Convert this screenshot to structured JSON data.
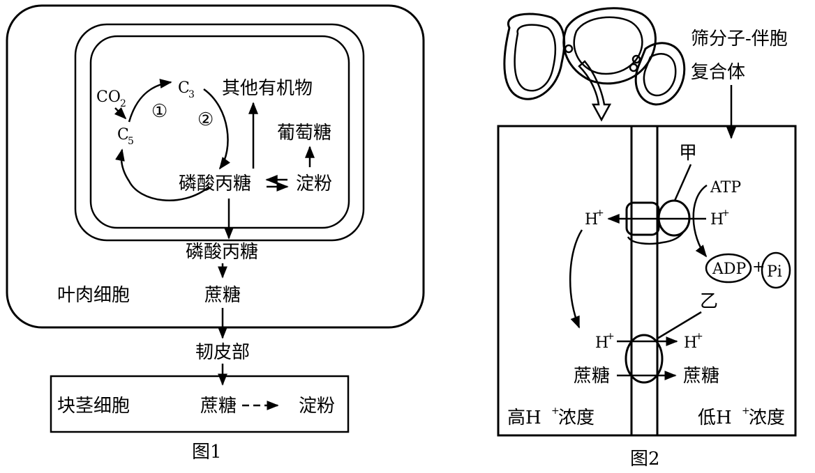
{
  "figure1": {
    "co2_main": "CO",
    "co2_sub": "2",
    "c3_main": "C",
    "c3_sub": "3",
    "c5_main": "C",
    "c5_sub": "5",
    "step1": "①",
    "step2": "②",
    "other_organics": "其他有机物",
    "glucose": "葡萄糖",
    "triose_phosphate_chloroplast": "磷酸丙糖",
    "starch_chloroplast": "淀粉",
    "triose_phosphate_cytoplasm": "磷酸丙糖",
    "sucrose_mesophyll": "蔗糖",
    "mesophyll_cell": "叶肉细胞",
    "phloem": "韧皮部",
    "tuber_cell": "块茎细胞",
    "sucrose_tuber": "蔗糖",
    "starch_tuber": "淀粉",
    "caption": "图1"
  },
  "figure2": {
    "complex_line1": "筛分子-伴胞",
    "complex_line2": "复合体",
    "jia": "甲",
    "yi": "乙",
    "atp": "ATP",
    "adp": "ADP",
    "plus": "+",
    "pi": "Pi",
    "h_main": "H",
    "h_sup": "+",
    "sucrose_left": "蔗糖",
    "sucrose_right": "蔗糖",
    "high_h_pre": "高H",
    "high_h_sup": "+",
    "high_h_post": "浓度",
    "low_h_pre": "低H",
    "low_h_sup": "+",
    "low_h_post": "浓度",
    "caption": "图2"
  }
}
